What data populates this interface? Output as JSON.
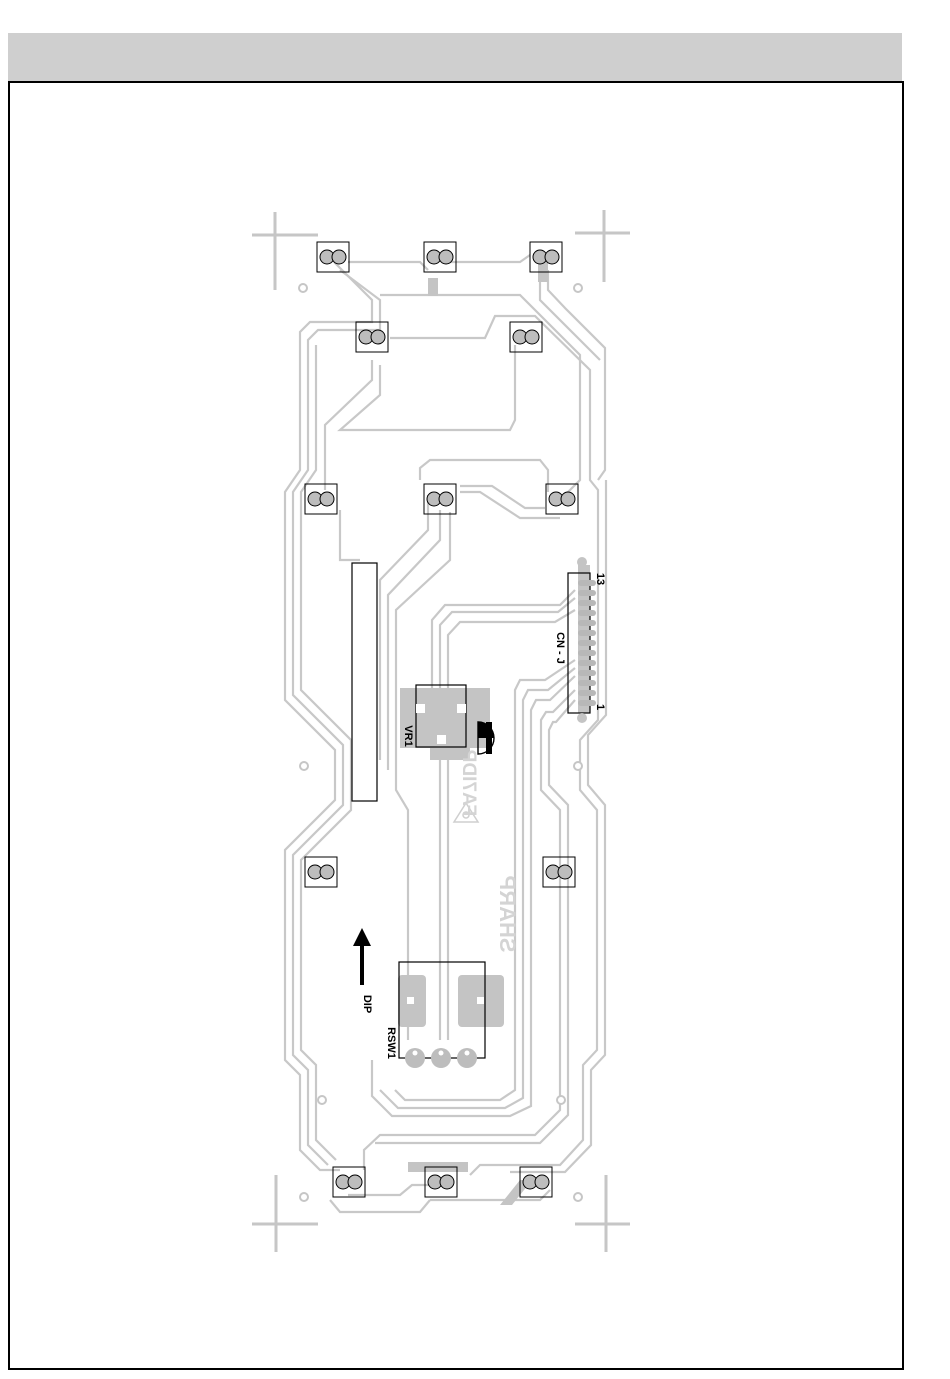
{
  "board": {
    "labels": {
      "connector": "CN - J",
      "connector_pin_first": "1",
      "connector_pin_last": "13",
      "variable_resistor": "VR1",
      "rotary_switch": "RSW1",
      "dip_marker": "DIP",
      "silkscreen_brand": "SHARP",
      "silkscreen_code": "FA7IDP"
    },
    "colors": {
      "trace": "#c8c8c8",
      "copper_pad": "#bdbdbd",
      "outline": "#000000",
      "header_band": "#cfcfcf"
    }
  }
}
